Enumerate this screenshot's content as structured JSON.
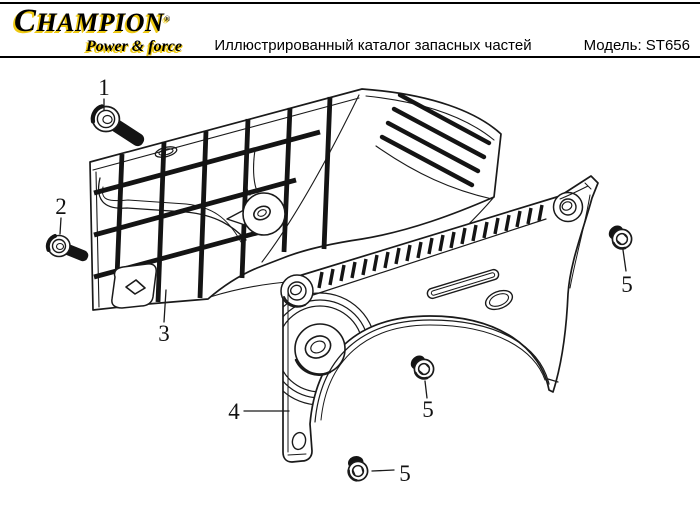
{
  "header": {
    "logo": {
      "brand": "CHAMPION",
      "registered": "®",
      "tagline": "Power & force"
    },
    "title": "Иллюстрированный каталог запасных частей",
    "model": "Модель: ST656"
  },
  "diagram": {
    "callouts": [
      {
        "label": "1"
      },
      {
        "label": "2"
      },
      {
        "label": "3"
      },
      {
        "label": "4"
      },
      {
        "label": "5"
      },
      {
        "label": "5"
      },
      {
        "label": "5"
      }
    ],
    "colors": {
      "line": "#1a1a1a",
      "accent": "#eec911"
    }
  }
}
